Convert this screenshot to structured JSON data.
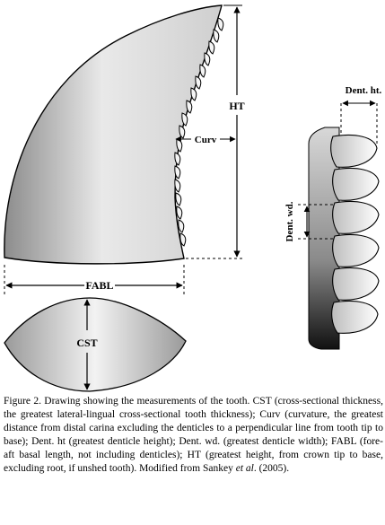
{
  "figure": {
    "labels": {
      "ht": "HT",
      "curv": "Curv",
      "fabl": "FABL",
      "cst": "CST",
      "dent_ht": "Dent. ht.",
      "dent_wd": "Dent. wd."
    }
  },
  "caption": {
    "prefix": "Figure 2. Drawing showing the measurements of the tooth. CST (cross-sectional thickness, the greatest lateral-lingual cross-sectional tooth thickness); Curv (curvature, the greatest distance from distal carina excluding the denticles to a perpendicular line from tooth tip to base); Dent. ht (greatest denticle height); Dent. wd. (greatest denticle width); FABL (fore-aft basal length, not including denticles); HT (greatest height, from crown tip to base, excluding root, if unshed tooth). Modified from Sankey ",
    "italic": "et al",
    "suffix": ". (2005)."
  },
  "colors": {
    "tooth_light": "#ebebeb",
    "tooth_dark": "#8c8c8c",
    "outline": "#000000"
  }
}
